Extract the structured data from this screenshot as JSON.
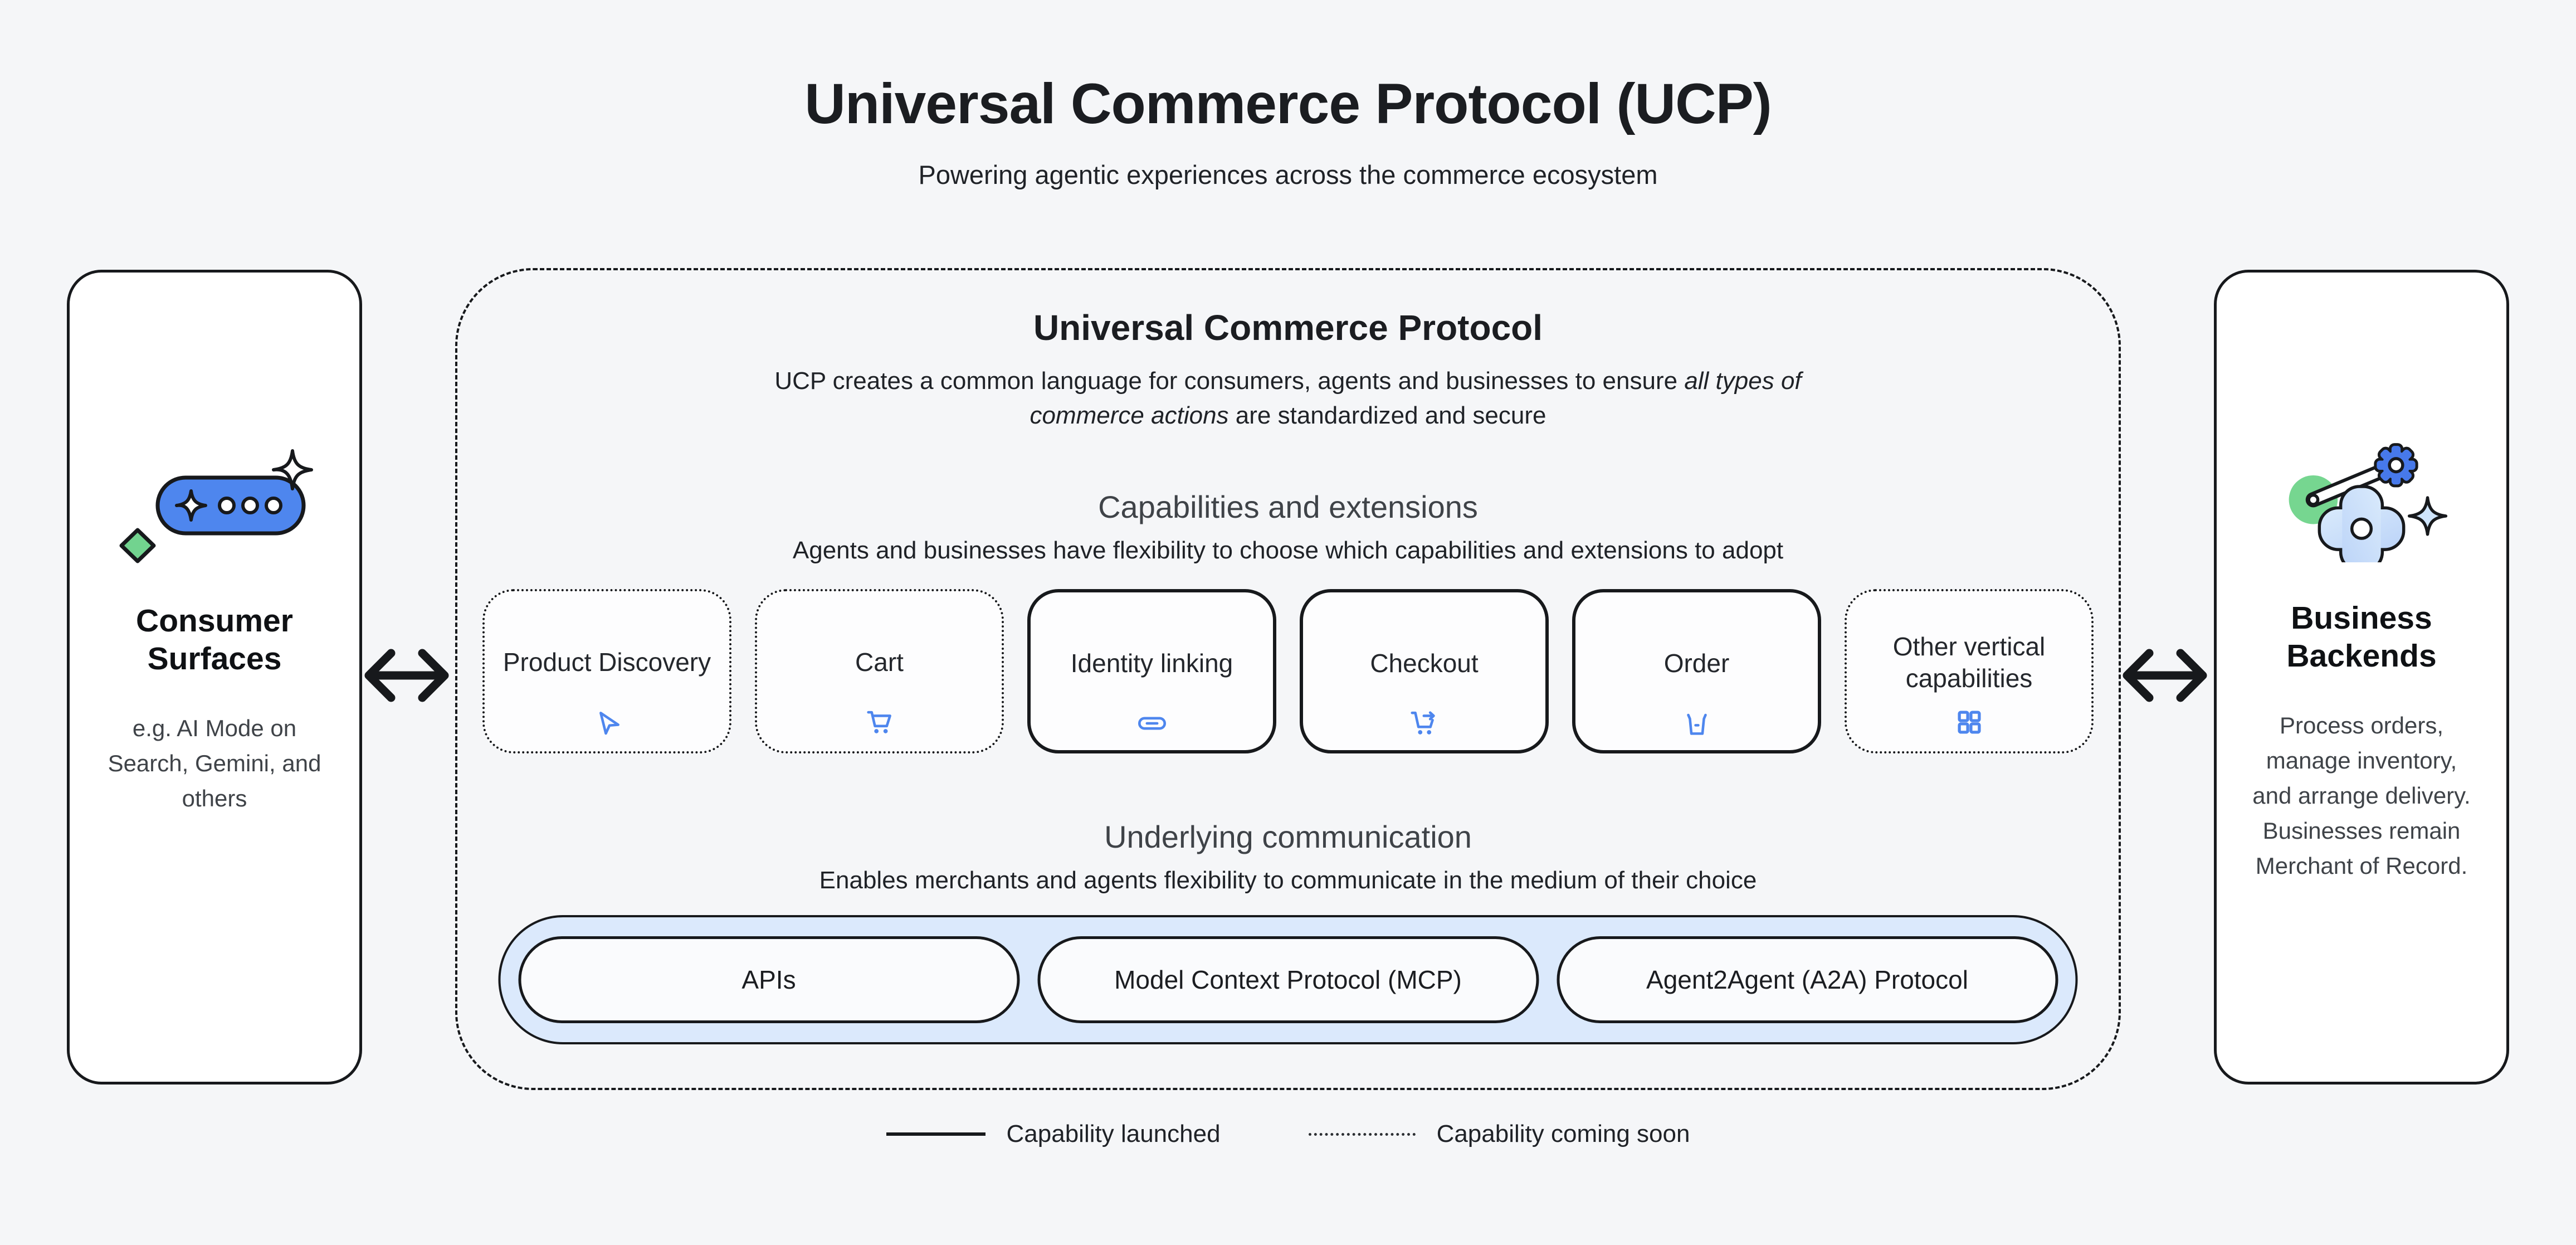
{
  "page": {
    "title": "Universal Commerce Protocol (UCP)",
    "subtitle": "Powering agentic experiences across the commerce ecosystem"
  },
  "consumer_surfaces": {
    "title": "Consumer Surfaces",
    "description": "e.g. AI Mode on Search, Gemini, and others",
    "icon": "ai-chat-pill-icon"
  },
  "business_backends": {
    "title": "Business Backends",
    "description": "Process orders, manage inventory, and arrange delivery. Businesses remain Merchant of Record.",
    "icon": "gears-icon"
  },
  "ucp": {
    "title": "Universal Commerce Protocol",
    "description_prefix": "UCP creates a common language for consumers, agents and businesses to ensure ",
    "description_italic": "all types of commerce actions",
    "description_suffix": " are standardized and secure",
    "capabilities_section": {
      "title": "Capabilities and extensions",
      "subtitle": "Agents and businesses have flexibility to choose which capabilities and extensions to adopt",
      "items": [
        {
          "label": "Product Discovery",
          "icon": "navigation-arrow-icon",
          "status": "coming-soon"
        },
        {
          "label": "Cart",
          "icon": "cart-icon",
          "status": "coming-soon"
        },
        {
          "label": "Identity linking",
          "icon": "link-icon",
          "status": "launched"
        },
        {
          "label": "Checkout",
          "icon": "cart-checkout-icon",
          "status": "launched"
        },
        {
          "label": "Order",
          "icon": "order-basket-icon",
          "status": "launched"
        },
        {
          "label": "Other vertical capabilities",
          "icon": "grid-icon",
          "status": "coming-soon"
        }
      ]
    },
    "communication_section": {
      "title": "Underlying communication",
      "subtitle": "Enables merchants and agents flexibility to communicate in the medium of their choice",
      "protocols": [
        "APIs",
        "Model Context Protocol (MCP)",
        "Agent2Agent (A2A) Protocol"
      ]
    }
  },
  "legend": {
    "launched_label": "Capability launched",
    "coming_soon_label": "Capability coming soon"
  },
  "colors": {
    "accent_blue": "#4e86ee",
    "light_blue_fill": "#dbe9fc",
    "sparkle_blue": "#cfe4fb",
    "green": "#72d38f",
    "ink": "#17191c",
    "background": "#f5f6f8"
  }
}
